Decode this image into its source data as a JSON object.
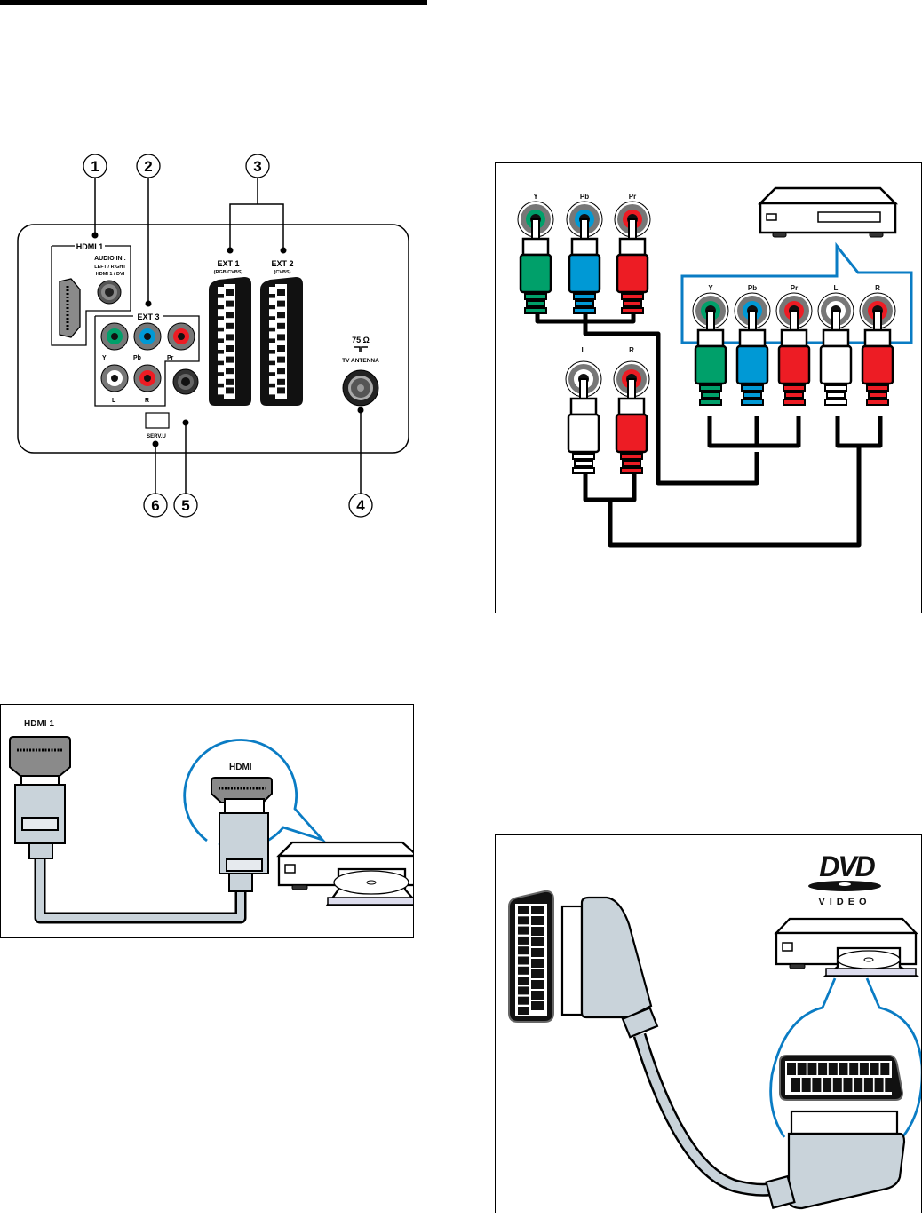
{
  "page": {
    "header_bar": "section-rule"
  },
  "figures": {
    "tv_back_panel": {
      "callouts": [
        "1",
        "2",
        "3",
        "4",
        "5",
        "6"
      ],
      "hdmi_label": "HDMI 1",
      "audio_in_label": "AUDIO IN :",
      "audio_in_sub1": "LEFT / RIGHT",
      "audio_in_sub2": "HDMI 1 / DVI",
      "ext3_label": "EXT 3",
      "ext3_top": [
        "Y",
        "Pb",
        "Pr"
      ],
      "ext3_bottom": [
        "L",
        "R"
      ],
      "ext1_label": "EXT 1",
      "ext1_sub": "(RGB/CVBS)",
      "ext2_label": "EXT 2",
      "ext2_sub": "(CVBS)",
      "antenna_ohm": "75 Ω",
      "antenna_symbol": "┐┌",
      "antenna_label": "TV ANTENNA",
      "servu_label": "SERV.U"
    },
    "component_connection": {
      "tv_side_labels": [
        "Y",
        "Pb",
        "Pr"
      ],
      "tv_audio_labels": [
        "L",
        "R"
      ],
      "device_labels": [
        "Y",
        "Pb",
        "Pr",
        "L",
        "R"
      ]
    },
    "hdmi_connection": {
      "tv_label": "HDMI 1",
      "device_label": "HDMI"
    },
    "scart_connection": {
      "logo_text": "DVD",
      "logo_sub": "VIDEO"
    }
  },
  "colors": {
    "green": "#00A06A",
    "blue": "#0099D5",
    "red": "#ED1C24",
    "callout_blue": "#0A7CC4",
    "cable_gray": "#C9D3DA",
    "hdmi_gray": "#8A8A8A"
  }
}
